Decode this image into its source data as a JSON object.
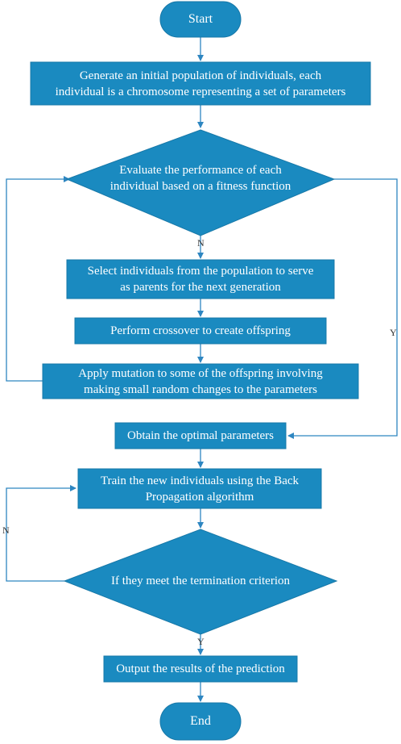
{
  "colors": {
    "node_fill": "#1a8ac0",
    "node_border": "#1778a8",
    "edge": "#2e86c1",
    "node_text": "#ffffff"
  },
  "nodes": {
    "start": "Start",
    "generate": "Generate an initial population of individuals, each\nindividual is a chromosome representing a set of parameters",
    "evaluate": "Evaluate the performance of each\nindividual based on a fitness function",
    "select": "Select individuals from the population to serve\nas parents for the next generation",
    "crossover": "Perform crossover  to create offspring",
    "mutation": "Apply mutation to some of the offspring involving\nmaking small random changes to the parameters",
    "optimal": "Obtain the optimal parameters",
    "train": "Train the new individuals using the Back\nPropagation algorithm",
    "termination": "If they meet the termination criterion",
    "output": "Output the results of the prediction",
    "end": "End"
  },
  "edge_labels": {
    "evaluate_no": "N",
    "evaluate_yes": "Y",
    "termination_no": "N",
    "termination_yes": "Y"
  }
}
